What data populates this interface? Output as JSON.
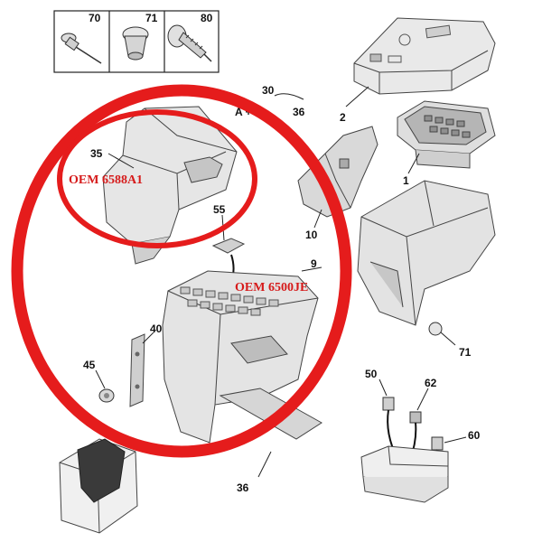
{
  "colors": {
    "highlight": "#e51c1c",
    "oem_text": "#d61a1a",
    "part_fill": "#e8e8e8",
    "part_shade": "#c9c9c9",
    "part_dark": "#9a9a9a",
    "outline": "#444444",
    "label_text": "#111111"
  },
  "icons": [
    "rivet-icon",
    "push-pin-icon",
    "screw-icon"
  ],
  "hardware_box": {
    "labels": [
      "70",
      "71",
      "80"
    ]
  },
  "callouts": {
    "c30": "30",
    "c36_top": "36",
    "a_plus": "A +",
    "c2": "2",
    "c1": "1",
    "c10": "10",
    "c9": "9",
    "c35": "35",
    "c55": "55",
    "c40": "40",
    "c45": "45",
    "c71": "71",
    "c50": "50",
    "c62": "62",
    "c60": "60",
    "c36_bottom": "36"
  },
  "oem_labels": {
    "upper": "OEM 6588A1",
    "lower": "OEM 6500JE"
  }
}
